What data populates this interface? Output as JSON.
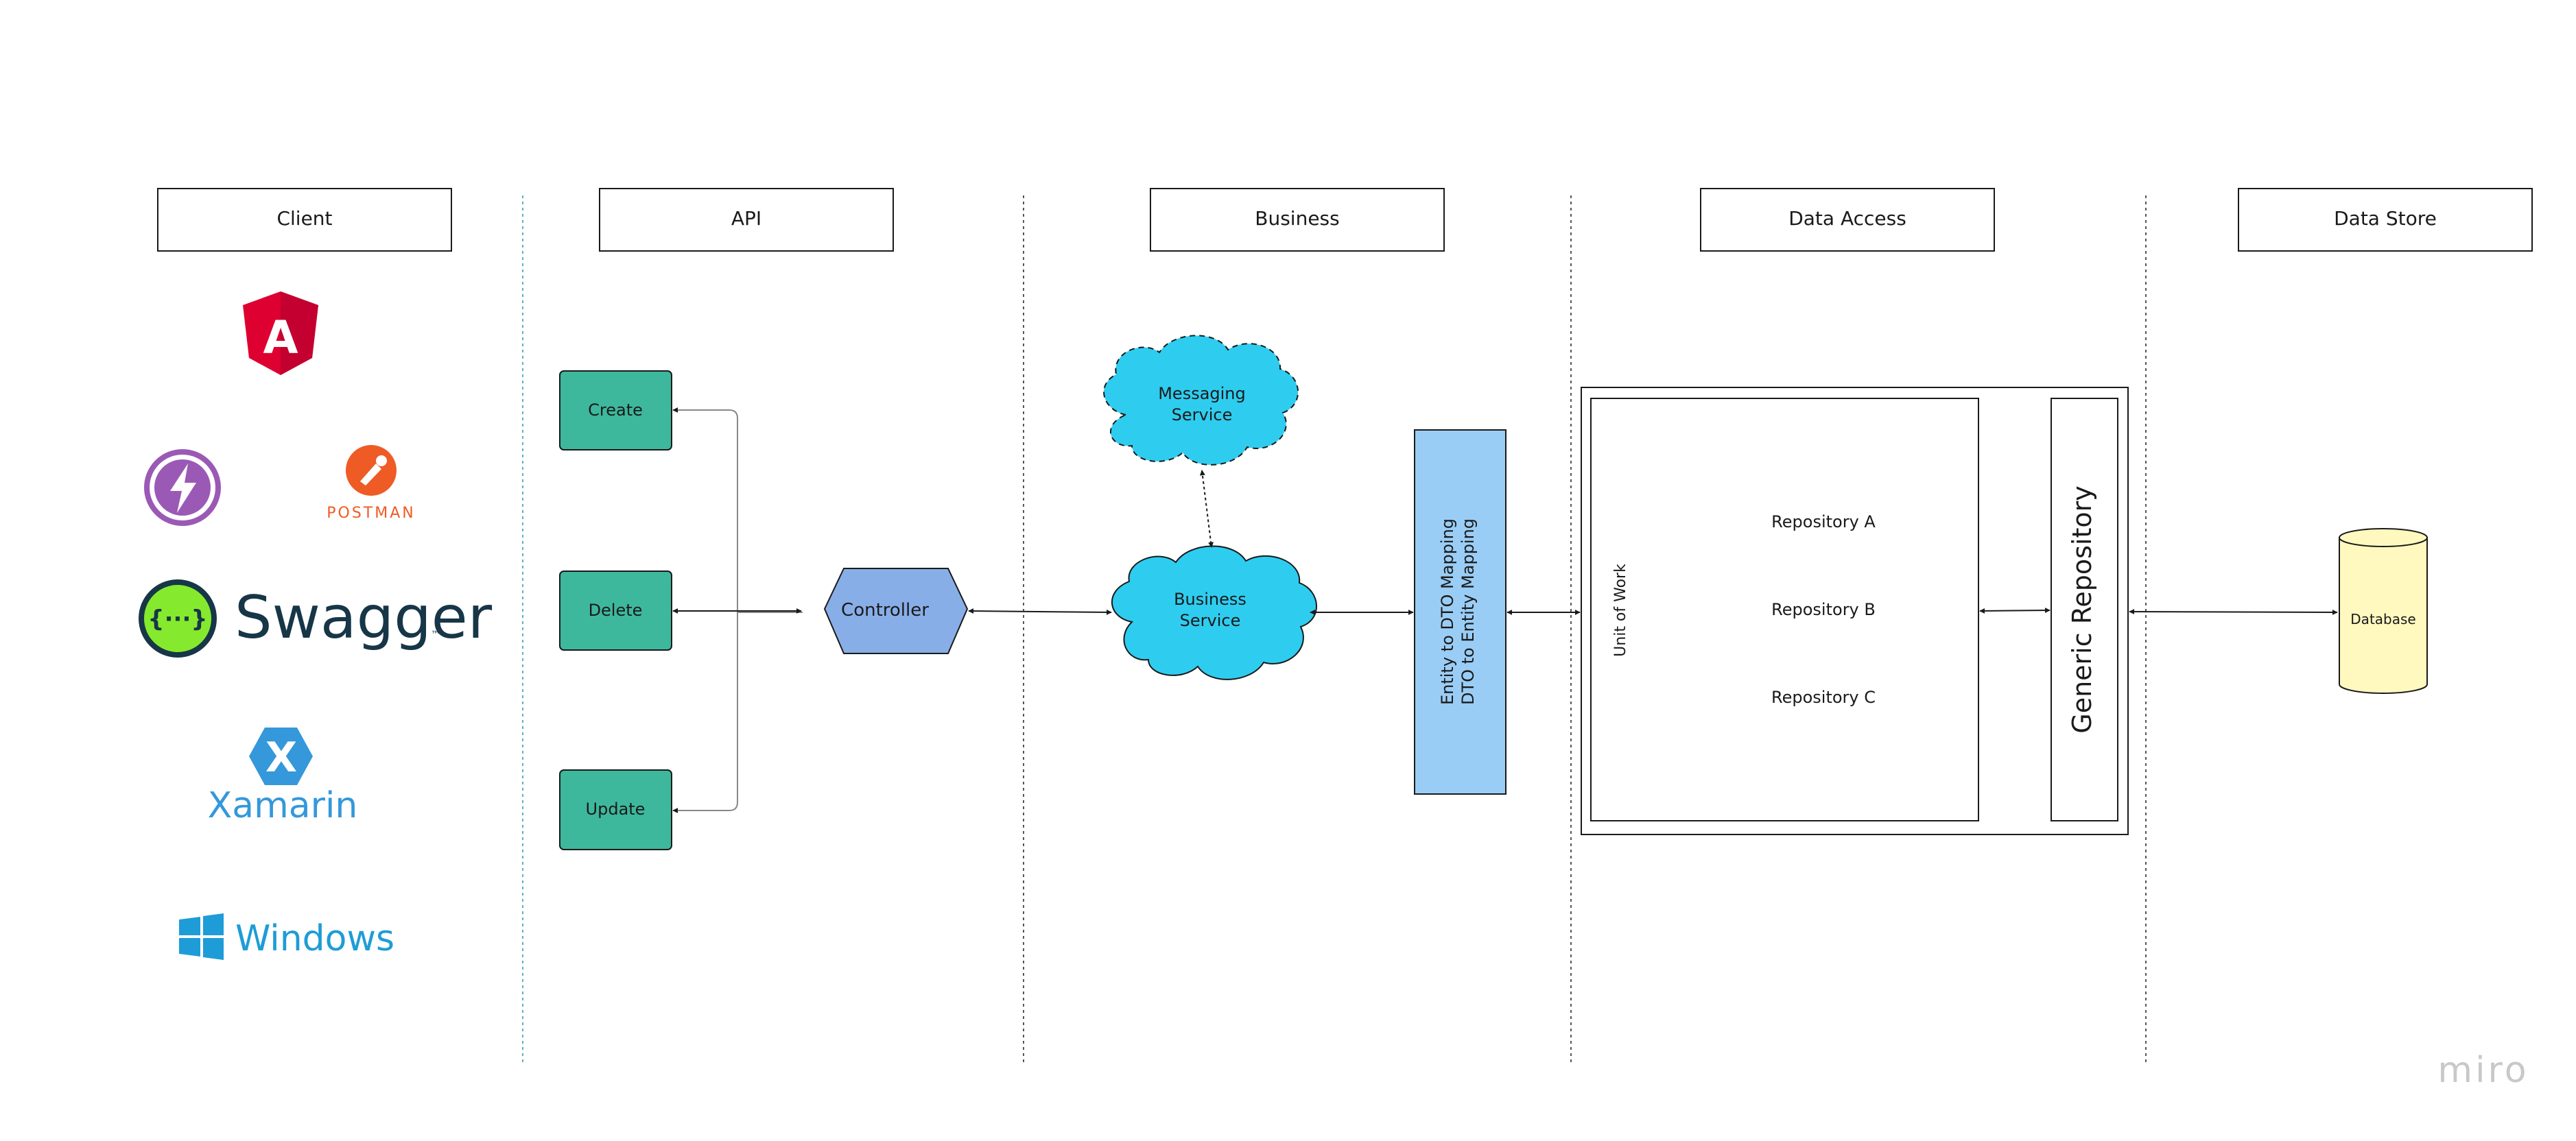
{
  "lanes": {
    "client": "Client",
    "api": "API",
    "business": "Business",
    "data_access": "Data Access",
    "data_store": "Data Store"
  },
  "api": {
    "create": "Create",
    "delete": "Delete",
    "update": "Update",
    "controller": "Controller"
  },
  "business": {
    "messaging_line1": "Messaging",
    "messaging_line2": "Service",
    "business_line1": "Business",
    "business_line2": "Service",
    "mapping_line1": "Entity to DTO Mapping",
    "mapping_line2": "DTO to Entity Mapping"
  },
  "data_access": {
    "unit_of_work": "Unit of Work",
    "repository_a": "Repository A",
    "repository_b": "Repository B",
    "repository_c": "Repository C",
    "generic_repository": "Generic Repository"
  },
  "data_store": {
    "database": "Database"
  },
  "clients": {
    "angular_letter": "A",
    "postman": "POSTMAN",
    "swagger": "Swagger",
    "swagger_tm": "™",
    "swagger_glyph": "{···}",
    "xamarin_letter": "X",
    "xamarin": "Xamarin",
    "windows": "Windows"
  },
  "watermark": "miro",
  "colors": {
    "api_box": "#3db89c",
    "controller": "#88aee8",
    "cloud": "#2ecdf0",
    "mapping": "#9acdf5",
    "database": "#fff8bf",
    "angular": "#dd0031",
    "angular_dark": "#c3002f",
    "insomnia": "#9b59b6",
    "postman": "#ef5b25",
    "swagger_green": "#85ea2d",
    "swagger_dark": "#173647",
    "xamarin": "#3498db",
    "windows": "#1e9cd7"
  }
}
